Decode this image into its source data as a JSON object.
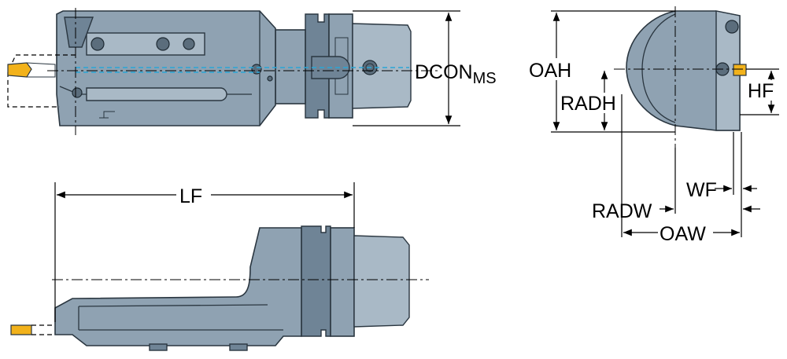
{
  "labels": {
    "dcon": "DCON",
    "dcon_sub": "MS",
    "oah": "OAH",
    "radh": "RADH",
    "hf": "HF",
    "lf": "LF",
    "wf": "WF",
    "radw": "RADW",
    "oaw": "OAW"
  },
  "colors": {
    "body": "#8fa2b2",
    "insert": "#f2b21b",
    "coolant": "#2aa6d6"
  }
}
